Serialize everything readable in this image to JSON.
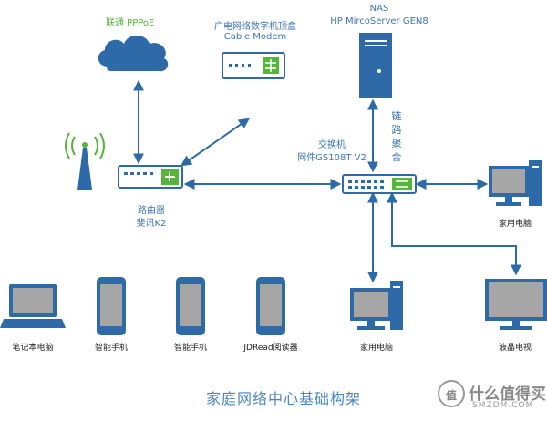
{
  "title": "家庭网络中心基础构架",
  "cloud": {
    "label": "联通 PPPoE"
  },
  "modem": {
    "line1": "广电网络数字机顶盒",
    "line2": "Cable Modem"
  },
  "nas": {
    "line1": "NAS",
    "line2": "HP MircoServer GEN8"
  },
  "router": {
    "line1": "路由器",
    "line2": "斐讯K2"
  },
  "switch": {
    "line1": "交换机",
    "line2": "网件GS108T V2"
  },
  "link_aggregation": [
    "链",
    "路",
    "聚",
    "合"
  ],
  "desktop_right": {
    "label": "家用电脑"
  },
  "devices": [
    {
      "label": "笔记本电脑"
    },
    {
      "label": "智能手机"
    },
    {
      "label": "智能手机"
    },
    {
      "label": "JDRead阅读器"
    },
    {
      "label": "家用电脑"
    },
    {
      "label": "液晶电视"
    }
  ],
  "watermark": {
    "name": "什么值得买",
    "sub": "SMZDM.COM",
    "badge": "值"
  },
  "colors": {
    "accent": "#3a77b5",
    "device_blue": "#2f6aa8",
    "screen_gray": "#a6a6a6",
    "green": "#56b43a"
  }
}
